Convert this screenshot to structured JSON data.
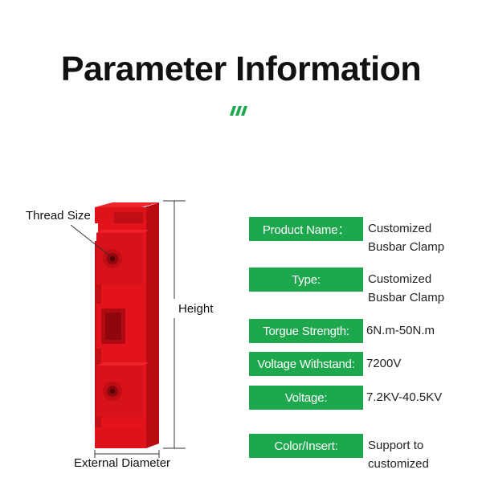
{
  "page": {
    "title": "Parameter Information",
    "accent_color": "#1ea84e",
    "product_color": "#e3131b"
  },
  "diagram": {
    "thread_size_label": "Thread Size",
    "height_label": "Height",
    "external_diameter_label": "External Diameter"
  },
  "params": [
    {
      "label": "Product Name：",
      "value": "Customized Busbar Clamp"
    },
    {
      "label": "Type:",
      "value": "Customized Busbar Clamp"
    },
    {
      "label": "Torgue Strength:",
      "value": "6N.m-50N.m"
    },
    {
      "label": "Voltage Withstand:",
      "value": "7200V"
    },
    {
      "label": "Voltage:",
      "value": "7.2KV-40.5KV"
    },
    {
      "label": "Color/Insert:",
      "value": "Support to customized"
    }
  ]
}
